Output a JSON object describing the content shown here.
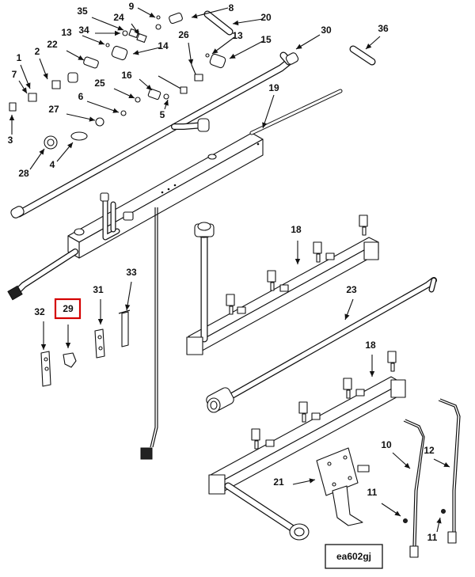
{
  "drawing_ref": "ea602gj",
  "highlighted_callout": "29",
  "highlight_color": "#d40000",
  "callouts": [
    {
      "id": "c1",
      "text": "1"
    },
    {
      "id": "c2",
      "text": "2"
    },
    {
      "id": "c3",
      "text": "3"
    },
    {
      "id": "c4",
      "text": "4"
    },
    {
      "id": "c5",
      "text": "5"
    },
    {
      "id": "c6",
      "text": "6"
    },
    {
      "id": "c7",
      "text": "7"
    },
    {
      "id": "c8",
      "text": "8"
    },
    {
      "id": "c9",
      "text": "9"
    },
    {
      "id": "c10",
      "text": "10"
    },
    {
      "id": "c11a",
      "text": "11"
    },
    {
      "id": "c11b",
      "text": "11"
    },
    {
      "id": "c12",
      "text": "12"
    },
    {
      "id": "c13a",
      "text": "13"
    },
    {
      "id": "c13b",
      "text": "13"
    },
    {
      "id": "c14",
      "text": "14"
    },
    {
      "id": "c15",
      "text": "15"
    },
    {
      "id": "c16",
      "text": "16"
    },
    {
      "id": "c18a",
      "text": "18"
    },
    {
      "id": "c18b",
      "text": "18"
    },
    {
      "id": "c19",
      "text": "19"
    },
    {
      "id": "c20",
      "text": "20"
    },
    {
      "id": "c21",
      "text": "21"
    },
    {
      "id": "c22",
      "text": "22"
    },
    {
      "id": "c23",
      "text": "23"
    },
    {
      "id": "c24",
      "text": "24"
    },
    {
      "id": "c25",
      "text": "25"
    },
    {
      "id": "c26",
      "text": "26"
    },
    {
      "id": "c27",
      "text": "27"
    },
    {
      "id": "c28",
      "text": "28"
    },
    {
      "id": "c29",
      "text": "29"
    },
    {
      "id": "c30",
      "text": "30"
    },
    {
      "id": "c31",
      "text": "31"
    },
    {
      "id": "c32",
      "text": "32"
    },
    {
      "id": "c33",
      "text": "33"
    },
    {
      "id": "c34",
      "text": "34"
    },
    {
      "id": "c35",
      "text": "35"
    },
    {
      "id": "c36",
      "text": "36"
    }
  ]
}
